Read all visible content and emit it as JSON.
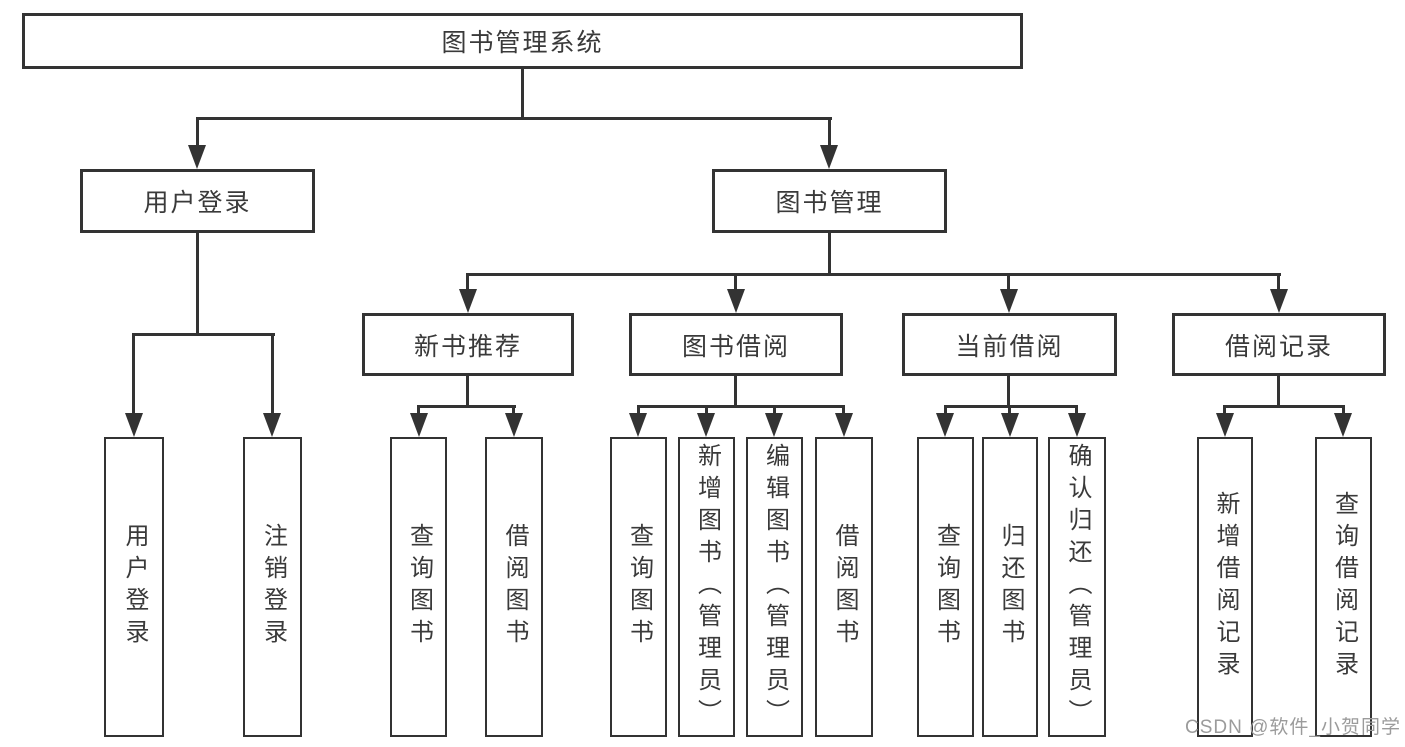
{
  "diagram": {
    "title": "图书管理系统",
    "root": {
      "label": "图书管理系统"
    },
    "level2": [
      {
        "label": "用户登录"
      },
      {
        "label": "图书管理"
      }
    ],
    "level3": [
      {
        "label": "新书推荐"
      },
      {
        "label": "图书借阅"
      },
      {
        "label": "当前借阅"
      },
      {
        "label": "借阅记录"
      }
    ],
    "leaves": [
      {
        "label": "用户登录"
      },
      {
        "label": "注销登录"
      },
      {
        "label": "查询图书"
      },
      {
        "label": "借阅图书"
      },
      {
        "label": "查询图书"
      },
      {
        "label": "新增图书（管理员）"
      },
      {
        "label": "编辑图书（管理员）"
      },
      {
        "label": "借阅图书"
      },
      {
        "label": "查询图书"
      },
      {
        "label": "归还图书"
      },
      {
        "label": "确认归还（管理员）"
      },
      {
        "label": "新增借阅记录"
      },
      {
        "label": "查询借阅记录"
      }
    ],
    "watermark": "CSDN @软件_小贺同学",
    "colors": {
      "line": "#333333",
      "text": "#3a3a3a",
      "watermark": "#9b9b9b",
      "background": "#ffffff"
    }
  }
}
